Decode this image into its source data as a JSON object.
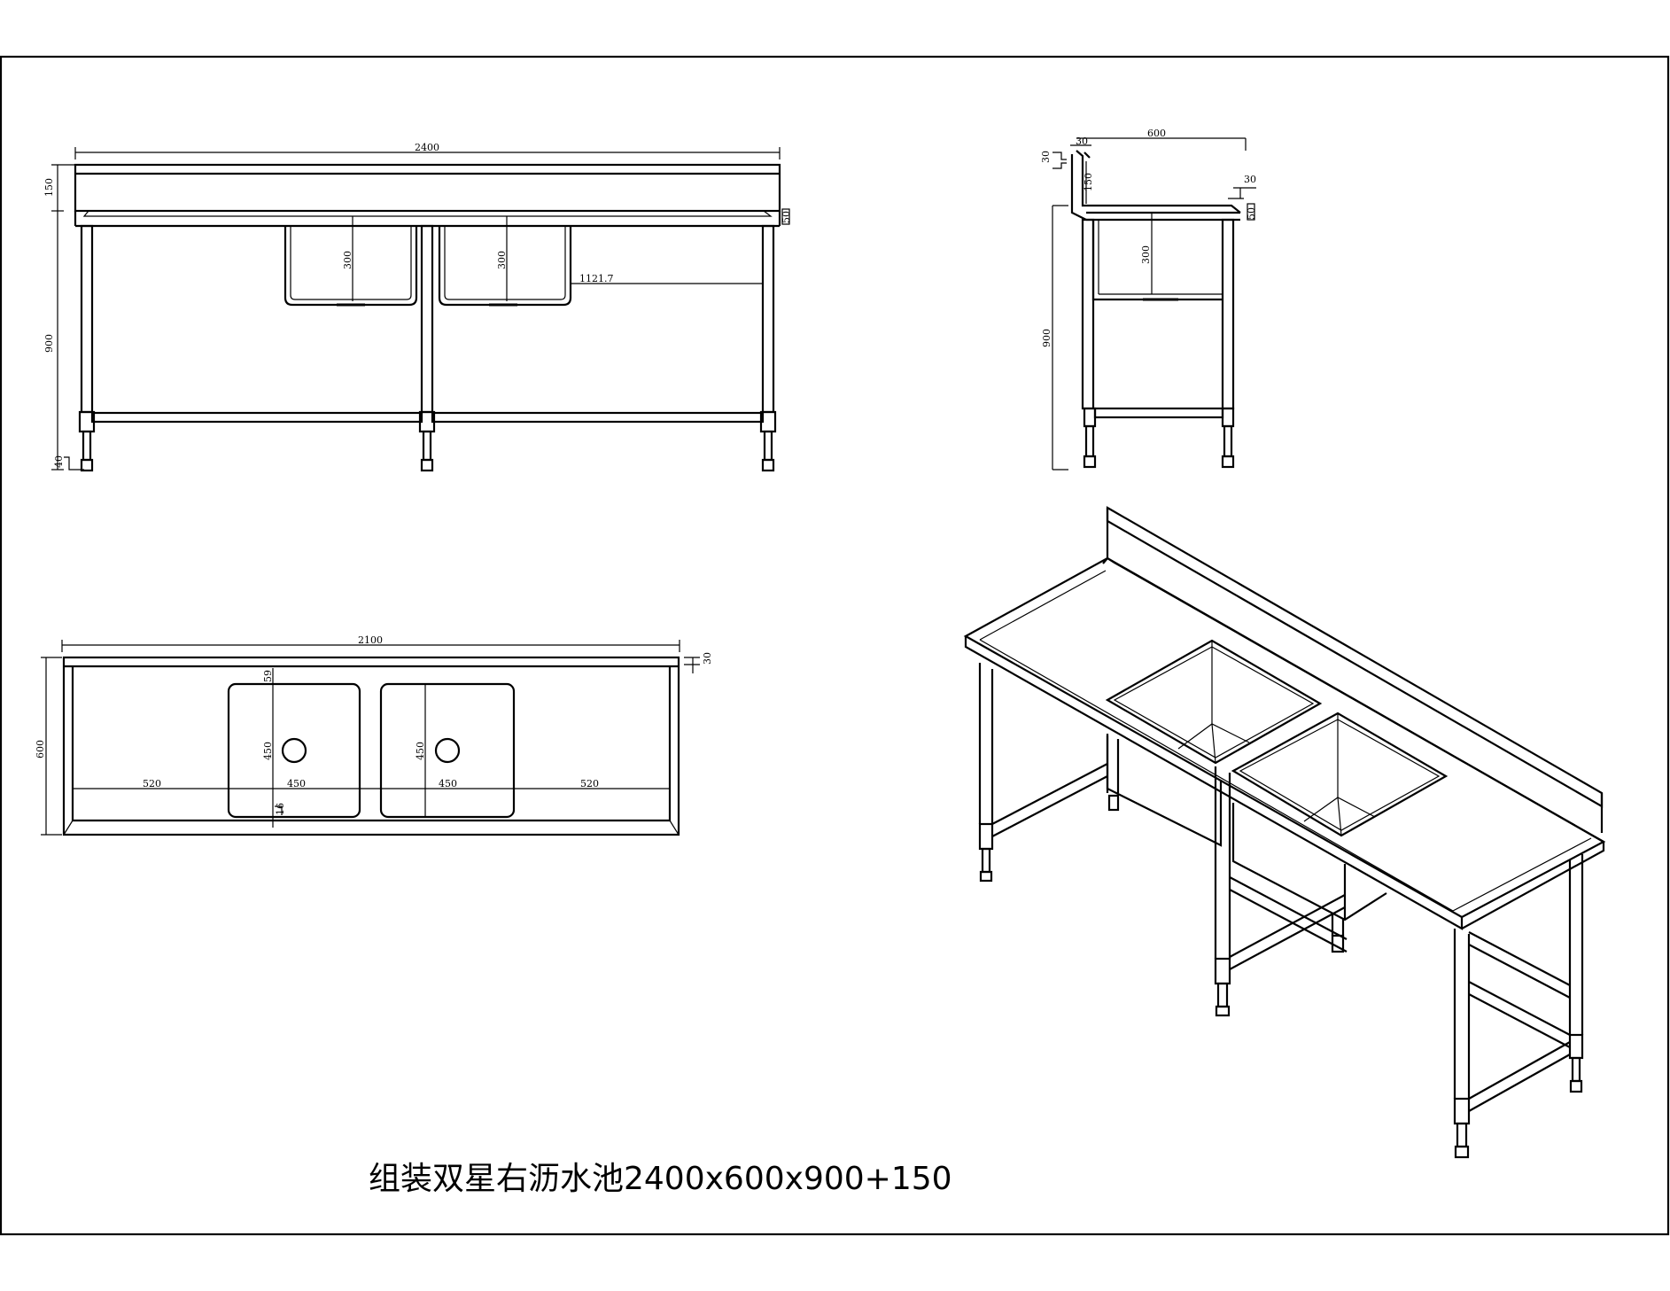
{
  "title": "组装双星右沥水池2400x600x900+150",
  "front_view": {
    "width": "2400",
    "backsplash": "150",
    "height": "900",
    "edge": "50",
    "bowl_depth_left": "300",
    "bowl_depth_right": "300",
    "crossbar": "1121.7",
    "foot": "40"
  },
  "side_view": {
    "depth": "600",
    "flange_top": "30",
    "lip_top": "30",
    "lip_side": "30",
    "backsplash": "150",
    "edge": "50",
    "bowl_depth": "300",
    "height": "900"
  },
  "top_view": {
    "length": "2100",
    "depth": "600",
    "lip": "30",
    "drainboard_left": "520",
    "bowl_left_width": "450",
    "bowl_right_width": "450",
    "drainboard_right": "520",
    "bowl_left_depth": "450",
    "bowl_right_depth": "450",
    "bowl_offset_top": "59",
    "bowl_offset_bottom": "16"
  }
}
